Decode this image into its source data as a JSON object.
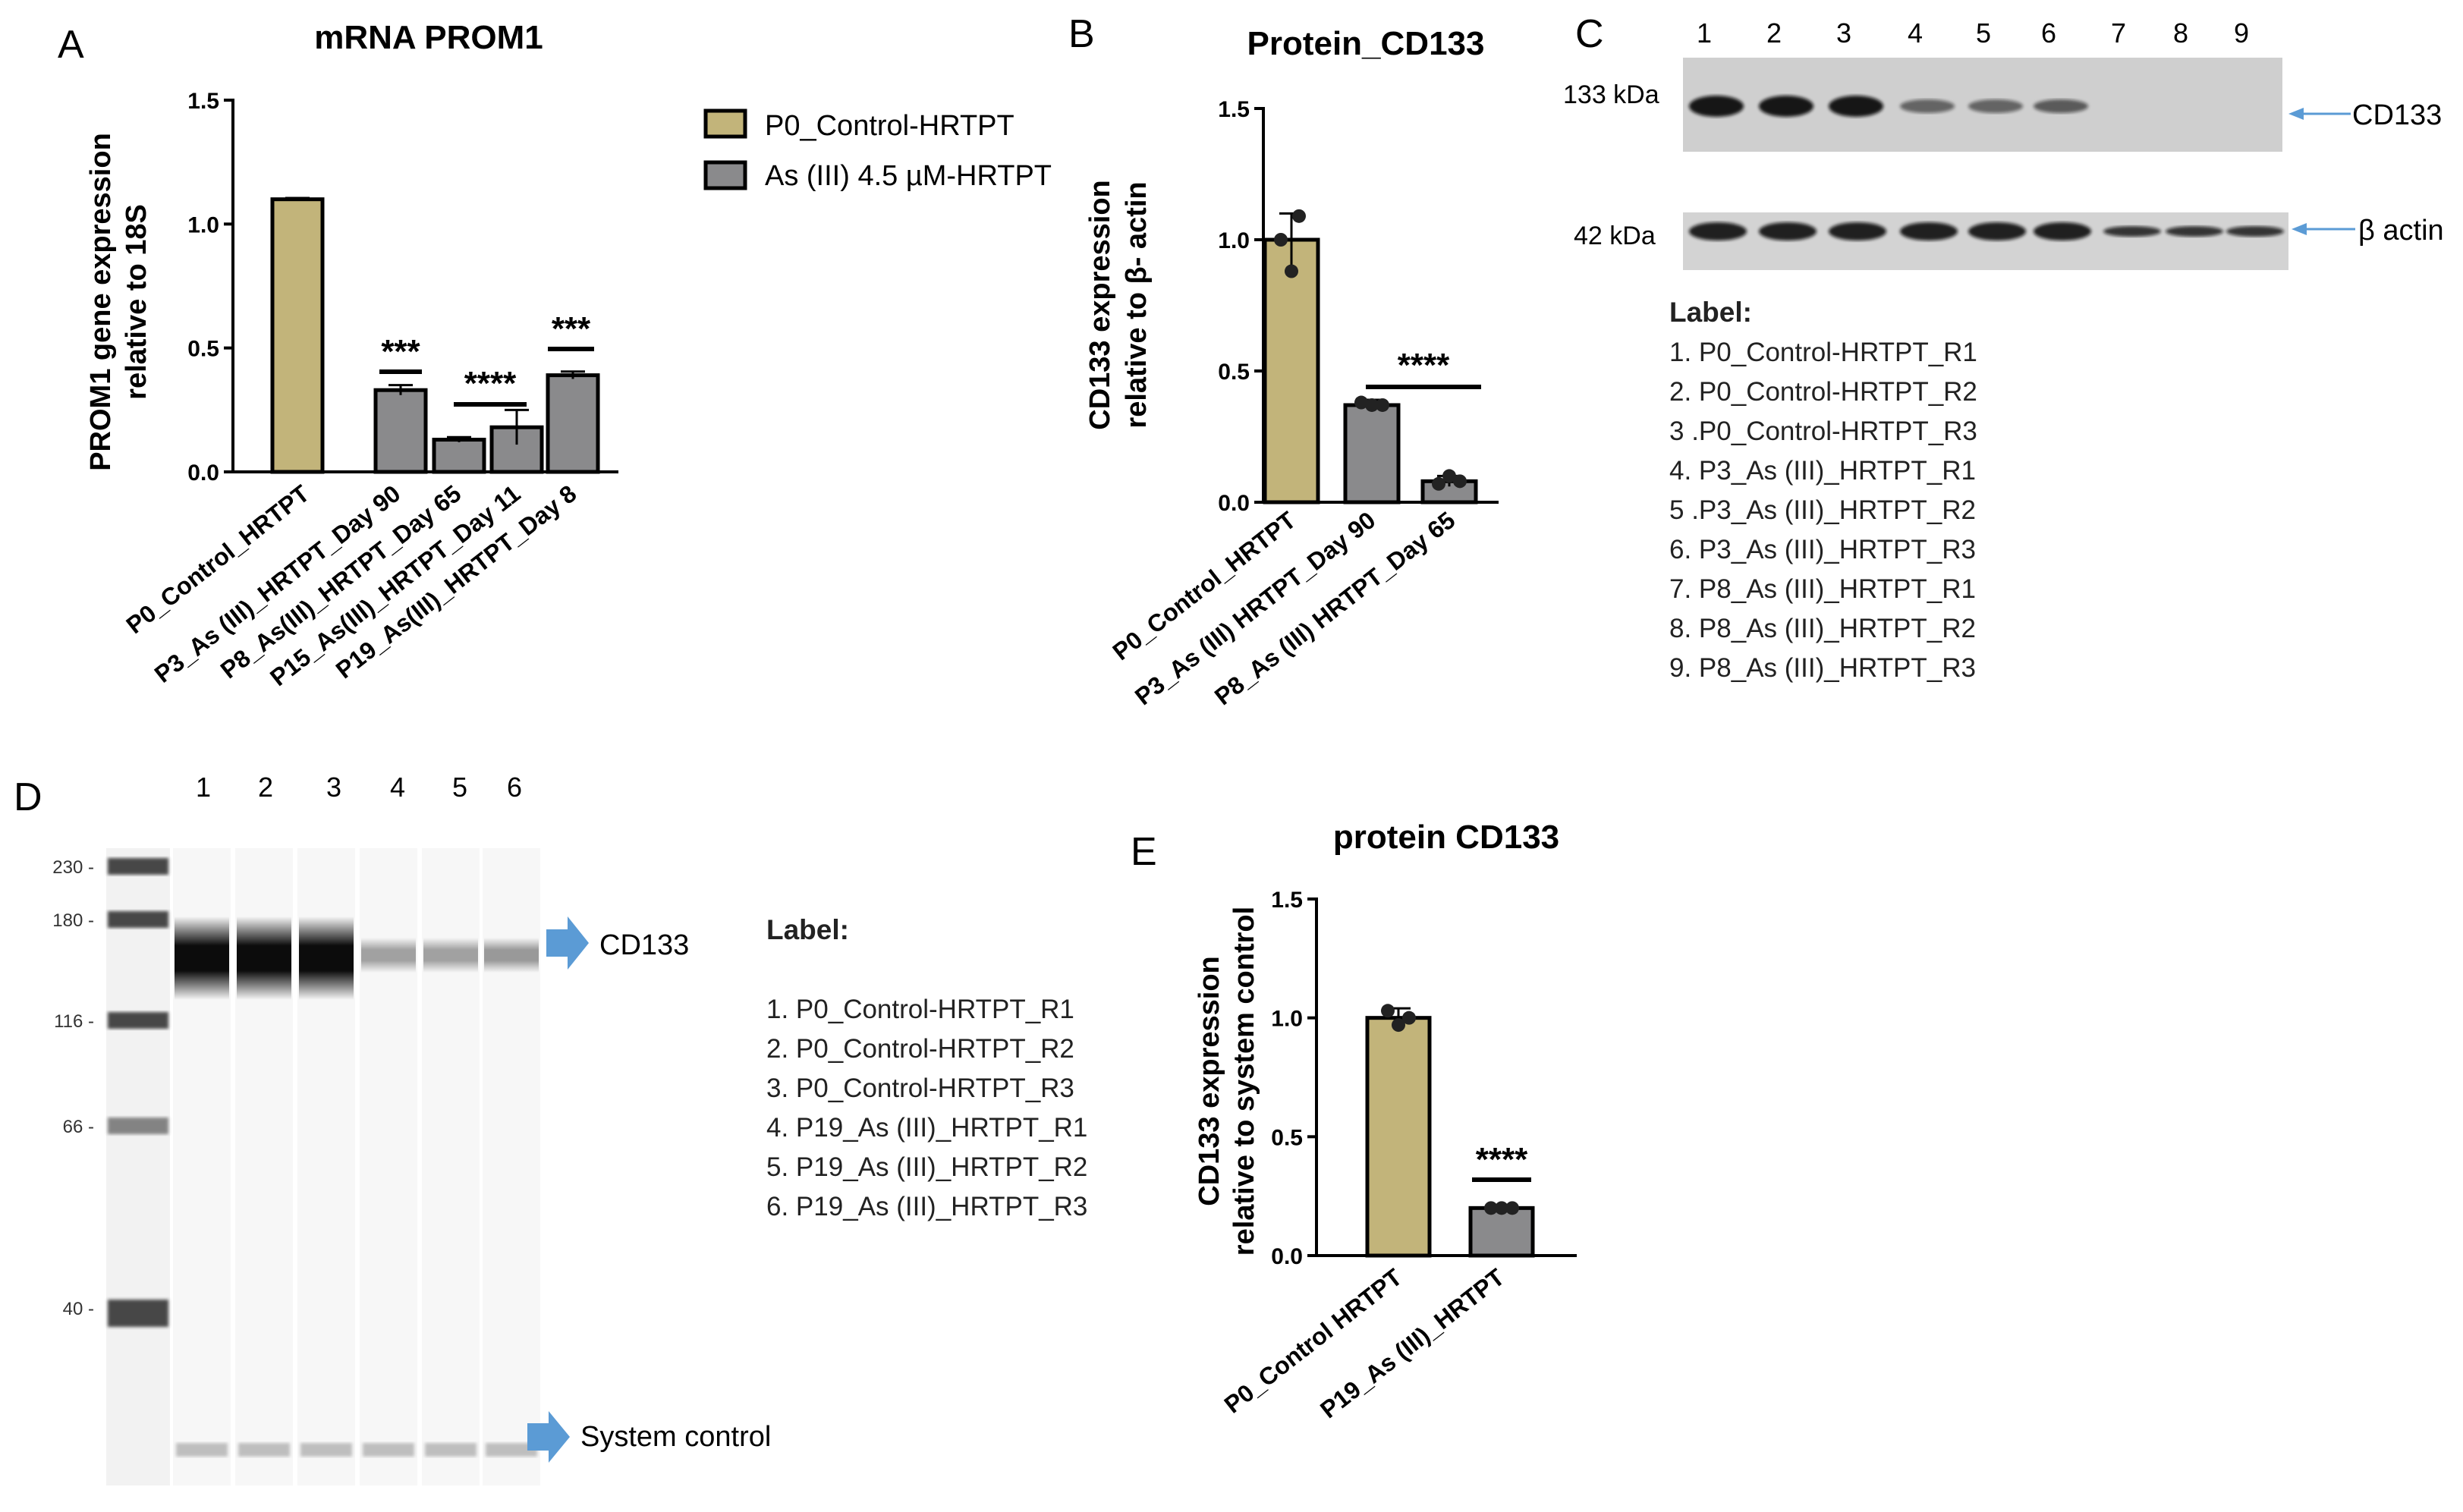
{
  "colors": {
    "control": "#c2b47a",
    "treated": "#8a8a8c",
    "arrow": "#5b9bd5",
    "axis": "#000000"
  },
  "panels": {
    "A": "A",
    "B": "B",
    "C": "C",
    "D": "D",
    "E": "E"
  },
  "chart_data": [
    {
      "type": "bar",
      "panel": "A",
      "title": "mRNA PROM1",
      "ylabel_line1": "PROM1 gene expression",
      "ylabel_line2": "relative to 18S",
      "ylim": [
        0,
        1.5
      ],
      "yticks": [
        "0.0",
        "0.5",
        "1.0",
        "1.5"
      ],
      "categories": [
        "P0_Control_HRTPT",
        "P3_As (III)_HRTPT_Day 90",
        "P8_As(III)_HRTPT_Day 65",
        "P15_As(III)_HRTPT_Day 11",
        "P19_As(III)_HRTPT_Day 8"
      ],
      "values": [
        1.1,
        0.33,
        0.13,
        0.18,
        0.39
      ],
      "errors": [
        0.005,
        0.02,
        0.01,
        0.07,
        0.015
      ],
      "groups": [
        "control",
        "treated",
        "treated",
        "treated",
        "treated"
      ],
      "legend": [
        {
          "name": "P0_Control-HRTPT",
          "group": "control"
        },
        {
          "name": "As (III) 4.5 µM-HRTPT",
          "group": "treated"
        }
      ],
      "significance": [
        {
          "label": "***",
          "bars": [
            1
          ]
        },
        {
          "label": "****",
          "bars": [
            2,
            3
          ]
        },
        {
          "label": "***",
          "bars": [
            4
          ]
        }
      ]
    },
    {
      "type": "bar",
      "panel": "B",
      "title": "Protein_CD133",
      "ylabel_line1": "CD133 expression",
      "ylabel_line2": "relative to β- actin",
      "ylim": [
        0,
        1.5
      ],
      "yticks": [
        "0.0",
        "0.5",
        "1.0",
        "1.5"
      ],
      "categories": [
        "P0_Control_HRTPT",
        "P3_As (III) HRTPT_Day 90",
        "P8_As (III) HRTPT_Day 65"
      ],
      "values": [
        1.0,
        0.37,
        0.08
      ],
      "errors": [
        0.1,
        0.02,
        0.02
      ],
      "points": [
        [
          1.09,
          1.0,
          0.88
        ],
        [
          0.38,
          0.37,
          0.37
        ],
        [
          0.07,
          0.1,
          0.08
        ]
      ],
      "groups": [
        "control",
        "treated",
        "treated"
      ],
      "significance": [
        {
          "label": "****",
          "bars": [
            1,
            2
          ]
        }
      ]
    },
    {
      "type": "bar",
      "panel": "E",
      "title": "protein CD133",
      "ylabel_line1": "CD133 expression",
      "ylabel_line2": "relative to system control",
      "ylim": [
        0,
        1.5
      ],
      "yticks": [
        "0.0",
        "0.5",
        "1.0",
        "1.5"
      ],
      "categories": [
        "P0_Control HRTPT",
        "P19_As (III)_HRTPT"
      ],
      "values": [
        1.0,
        0.2
      ],
      "errors": [
        0.04,
        0.005
      ],
      "points": [
        [
          1.03,
          0.97,
          1.0
        ],
        [
          0.2,
          0.2,
          0.2
        ]
      ],
      "groups": [
        "control",
        "treated"
      ],
      "significance": [
        {
          "label": "****",
          "bars": [
            1
          ]
        }
      ]
    }
  ],
  "western": {
    "lanes": [
      "1",
      "2",
      "3",
      "4",
      "5",
      "6",
      "7",
      "8",
      "9"
    ],
    "kda_top": "133 kDa",
    "kda_bottom": "42 kDa",
    "band_top": "CD133",
    "band_bottom": "β actin",
    "cd133_intensity": [
      0.95,
      0.95,
      0.95,
      0.55,
      0.55,
      0.6,
      0,
      0,
      0
    ],
    "label_title": "Label:",
    "labels": [
      "1. P0_Control-HRTPT_R1",
      "2. P0_Control-HRTPT_R2",
      "3 .P0_Control-HRTPT_R3",
      "4. P3_As (III)_HRTPT_R1",
      "5 .P3_As (III)_HRTPT_R2",
      "6. P3_As (III)_HRTPT_R3",
      "7. P8_As (III)_HRTPT_R1",
      "8. P8_As (III)_HRTPT_R2",
      "9. P8_As (III)_HRTPT_R3"
    ]
  },
  "capillary": {
    "lanes": [
      "1",
      "2",
      "3",
      "4",
      "5",
      "6"
    ],
    "mw": [
      "230",
      "180",
      "116",
      "66",
      "40"
    ],
    "band": "CD133",
    "system": "System control",
    "intensity": [
      0.95,
      0.95,
      0.95,
      0.35,
      0.35,
      0.38
    ],
    "label_title": "Label:",
    "labels": [
      "1. P0_Control-HRTPT_R1",
      "2. P0_Control-HRTPT_R2",
      "3. P0_Control-HRTPT_R3",
      "4. P19_As (III)_HRTPT_R1",
      "5. P19_As (III)_HRTPT_R2",
      "6. P19_As (III)_HRTPT_R3"
    ]
  }
}
